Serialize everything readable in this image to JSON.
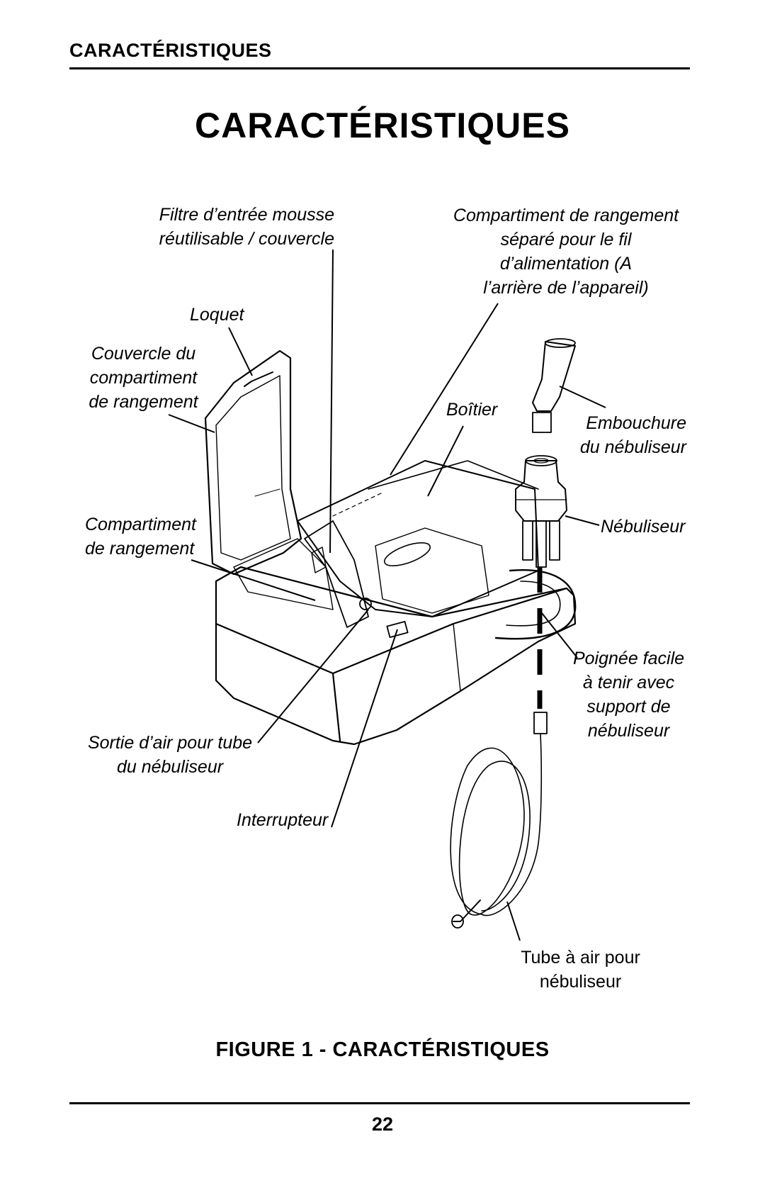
{
  "header": {
    "running_head": "CARACTÉRISTIQUES"
  },
  "title": "CARACTÉRISTIQUES",
  "figure": {
    "labels": {
      "filtre": "Filtre d’entrée  mousse\nréutilisable / couvercle",
      "compartiment_fil": "Compartiment  de  rangement\nséparé  pour  le  fil\nd’alimentation  (A\nl’arrière  de  l’appareil)",
      "loquet": "Loquet",
      "couvercle": "Couvercle du\ncompartiment\nde rangement",
      "boitier": "Boîtier",
      "embouchure": "Embouchure\ndu nébuliseur",
      "compartiment": "Compartiment\nde rangement",
      "nebuliseur": "Nébuliseur",
      "poignee": "Poignée  facile\nà  tenir avec\nsupport  de\nnébuliseur",
      "sortie_air": "Sortie d’air pour tube\ndu nébuliseur",
      "interrupteur": "Interrupteur",
      "tube_air": "Tube à air pour\nnébuliseur"
    }
  },
  "caption": "FIGURE 1 - CARACTÉRISTIQUES",
  "page_number": "22"
}
